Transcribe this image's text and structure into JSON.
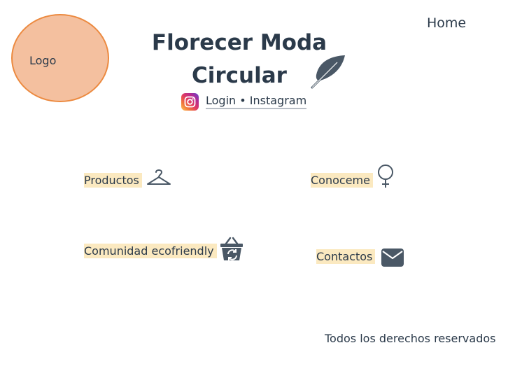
{
  "header": {
    "logo_label": "Logo",
    "title": "Florecer Moda Circular",
    "login_link": "Login • Instagram",
    "icons": {
      "title": "leaf-icon",
      "login": "instagram-icon"
    }
  },
  "nav": {
    "home": "Home"
  },
  "items": {
    "productos": {
      "label": "Productos",
      "icon": "hanger-icon"
    },
    "conoceme": {
      "label": "Conoceme",
      "icon": "female-symbol-icon"
    },
    "comunidad": {
      "label": "Comunidad ecofriendly",
      "icon": "recycle-basket-icon"
    },
    "contactos": {
      "label": "Contactos",
      "icon": "envelope-icon"
    }
  },
  "footer": {
    "text": "Todos los derechos reservados"
  },
  "colors": {
    "text": "#2b3a4a",
    "logo_fill": "#f4c09f",
    "logo_border": "#ec8a40",
    "label_highlight": "#fbe9c0"
  }
}
